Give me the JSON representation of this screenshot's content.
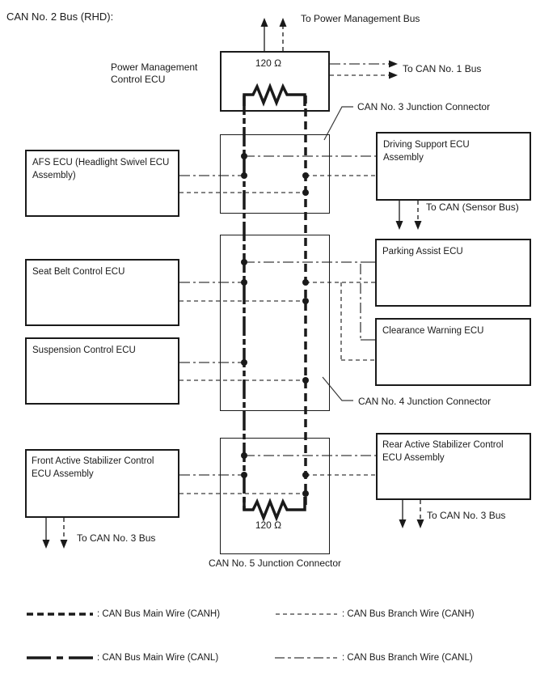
{
  "title": "CAN No. 2 Bus (RHD):",
  "colors": {
    "wire": "#1a1a1a",
    "branch": "#3a3a3a",
    "background": "#ffffff"
  },
  "top": {
    "power_ecu_label": "Power Management Control ECU",
    "resistor_top": "120 Ω",
    "to_power_management_bus": "To Power Management Bus",
    "to_can_no1_bus": "To CAN No. 1 Bus"
  },
  "junctions": {
    "j3_label": "CAN No. 3 Junction Connector",
    "j4_label": "CAN No. 4 Junction Connector",
    "j5_label": "CAN No. 5 Junction Connector",
    "resistor_bottom": "120 Ω"
  },
  "ecus": {
    "afs": "AFS ECU (Headlight Swivel ECU Assembly)",
    "driving_support": "Driving Support ECU Assembly",
    "seat_belt": "Seat Belt Control ECU",
    "parking_assist": "Parking Assist ECU",
    "clearance_warning": "Clearance Warning ECU",
    "suspension": "Suspension Control ECU",
    "front_stabilizer": "Front Active Stabilizer Control ECU Assembly",
    "rear_stabilizer": "Rear Active Stabilizer Control ECU Assembly"
  },
  "offpage": {
    "sensor_bus": "To CAN (Sensor Bus)",
    "front_to_can3": "To CAN No. 3 Bus",
    "rear_to_can3": "To CAN No. 3 Bus"
  },
  "legend": {
    "main_canh": ": CAN Bus Main Wire (CANH)",
    "branch_canh": ": CAN Bus Branch Wire (CANH)",
    "main_canl": ": CAN Bus Main Wire (CANL)",
    "branch_canl": ": CAN Bus Branch Wire (CANL)"
  }
}
